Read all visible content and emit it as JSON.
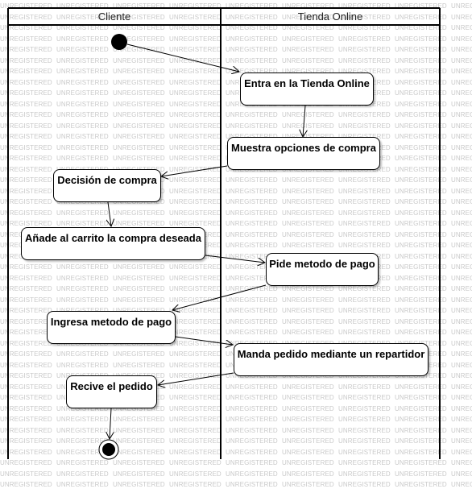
{
  "watermark_text": "UNREGISTERED",
  "lanes": {
    "left": {
      "title": "Cliente"
    },
    "right": {
      "title": "Tienda Online"
    }
  },
  "nodes": {
    "entra": "Entra en la Tienda Online",
    "muestra": "Muestra opciones de compra",
    "decision": "Decisión de compra",
    "anade": "Añade al carrito la compra deseada",
    "pide": "Pide metodo de pago",
    "ingresa": "Ingresa metodo de pago",
    "manda": "Manda pedido mediante un repartidor",
    "recibe": "Recive el pedido"
  },
  "colors": {
    "line": "#000000",
    "watermark": "#c9c9c9",
    "node_fill": "#ffffff"
  },
  "flow": [
    [
      "start",
      "entra"
    ],
    [
      "entra",
      "muestra"
    ],
    [
      "muestra",
      "decision"
    ],
    [
      "decision",
      "anade"
    ],
    [
      "anade",
      "pide"
    ],
    [
      "pide",
      "ingresa"
    ],
    [
      "ingresa",
      "manda"
    ],
    [
      "manda",
      "recibe"
    ],
    [
      "recibe",
      "end"
    ]
  ]
}
